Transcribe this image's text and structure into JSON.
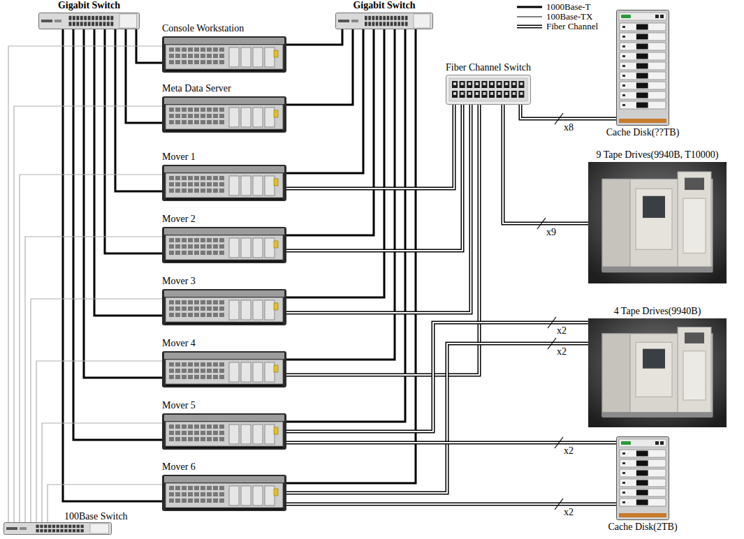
{
  "diagram": {
    "nodes": [
      {
        "text": [
          "Gigabit Switch"
        ]
      },
      {
        "text": [
          "Gigabit Switch"
        ]
      },
      {
        "text": [
          "Console Workstation"
        ]
      },
      {
        "text": [
          "Meta Data Server"
        ]
      },
      {
        "text": [
          "Fiber Channel Switch"
        ]
      },
      {
        "text": [
          "Cache Disk(??TB)"
        ]
      },
      {
        "text": [
          "9 Tape Drives(9940B, T10000)"
        ]
      },
      {
        "text": [
          "Mover 1"
        ]
      },
      {
        "text": [
          "Mover 2"
        ]
      },
      {
        "text": [
          "Mover 3"
        ]
      },
      {
        "text": [
          "4 Tape Drives(9940B)"
        ]
      },
      {
        "text": [
          "Mover 4"
        ]
      },
      {
        "text": [
          "Mover 5"
        ]
      },
      {
        "text": [
          "Mover 6"
        ]
      },
      {
        "text": [
          "Cache Disk(2TB)"
        ]
      },
      {
        "text": [
          "100Base Switch"
        ]
      }
    ],
    "edges": [
      {
        "from": 0,
        "to": 2,
        "arrow": "none"
      },
      {
        "from": 0,
        "to": 3,
        "arrow": "none"
      },
      {
        "from": 0,
        "to": 7,
        "arrow": "none"
      },
      {
        "from": 0,
        "to": 8,
        "arrow": "none"
      },
      {
        "from": 0,
        "to": 9,
        "arrow": "none"
      },
      {
        "from": 0,
        "to": 11,
        "arrow": "none"
      },
      {
        "from": 0,
        "to": 12,
        "arrow": "none"
      },
      {
        "from": 0,
        "to": 13,
        "arrow": "none"
      },
      {
        "from": 1,
        "to": 2,
        "arrow": "none"
      },
      {
        "from": 1,
        "to": 3,
        "arrow": "none"
      },
      {
        "from": 1,
        "to": 7,
        "arrow": "none"
      },
      {
        "from": 1,
        "to": 8,
        "arrow": "none"
      },
      {
        "from": 1,
        "to": 9,
        "arrow": "none"
      },
      {
        "from": 1,
        "to": 11,
        "arrow": "none"
      },
      {
        "from": 1,
        "to": 12,
        "arrow": "none"
      },
      {
        "from": 1,
        "to": 13,
        "arrow": "none"
      },
      {
        "from": 15,
        "to": 2,
        "arrow": "none"
      },
      {
        "from": 15,
        "to": 3,
        "arrow": "none"
      },
      {
        "from": 15,
        "to": 7,
        "arrow": "none"
      },
      {
        "from": 15,
        "to": 8,
        "arrow": "none"
      },
      {
        "from": 15,
        "to": 9,
        "arrow": "none"
      },
      {
        "from": 15,
        "to": 11,
        "arrow": "none"
      },
      {
        "from": 15,
        "to": 12,
        "arrow": "none"
      },
      {
        "from": 15,
        "to": 13,
        "arrow": "none"
      },
      {
        "from": 7,
        "to": 4,
        "arrow": "none"
      },
      {
        "from": 8,
        "to": 4,
        "arrow": "none"
      },
      {
        "from": 9,
        "to": 4,
        "arrow": "none"
      },
      {
        "from": 11,
        "to": 4,
        "arrow": "none"
      },
      {
        "from": 4,
        "to": 5,
        "label": "x8",
        "arrow": "none"
      },
      {
        "from": 4,
        "to": 6,
        "label": "x9",
        "arrow": "none"
      },
      {
        "from": 12,
        "to": 10,
        "label": "x2",
        "arrow": "none"
      },
      {
        "from": 13,
        "to": 10,
        "label": "x2",
        "arrow": "none"
      },
      {
        "from": 12,
        "to": 14,
        "label": "x2",
        "arrow": "none"
      },
      {
        "from": 13,
        "to": 14,
        "label": "x2",
        "arrow": "none"
      }
    ],
    "legend": [
      {
        "text": "1000Base-T"
      },
      {
        "text": "100Base-TX"
      },
      {
        "text": "Fiber Channel"
      }
    ]
  }
}
